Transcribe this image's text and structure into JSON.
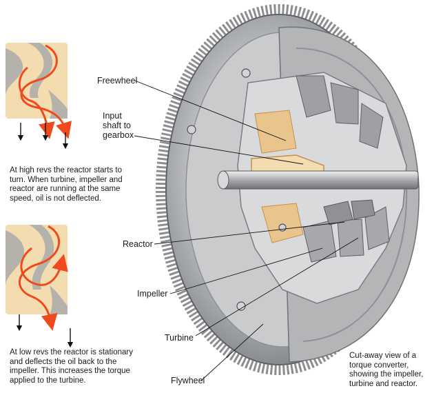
{
  "labels": {
    "freewheel": "Freewheel",
    "input_shaft": [
      "Input",
      "shaft to",
      "gearbox"
    ],
    "reactor": "Reactor",
    "impeller": "Impeller",
    "turbine": "Turbine",
    "flywheel": "Flywheel"
  },
  "captions": {
    "high_revs": [
      "At high revs the reactor starts to",
      "turn. When turbine, impeller and",
      "reactor are running at the same",
      "speed, oil is not deflected."
    ],
    "low_revs": [
      "At low revs the reactor is stationary",
      "and deflects the oil back to the",
      "impeller. This increases the torque",
      "applied to the turbine."
    ],
    "cutaway": [
      "Cut-away view of a",
      "torque converter,",
      "showing the impeller,",
      "turbine and reactor."
    ]
  },
  "colors": {
    "oil_arrow": "#f04a1c",
    "fluid_cream": "#f3dcb0",
    "blade_grey": "#a9aaac",
    "metal": "#b9bbbd",
    "metal_dark": "#6e7073"
  }
}
